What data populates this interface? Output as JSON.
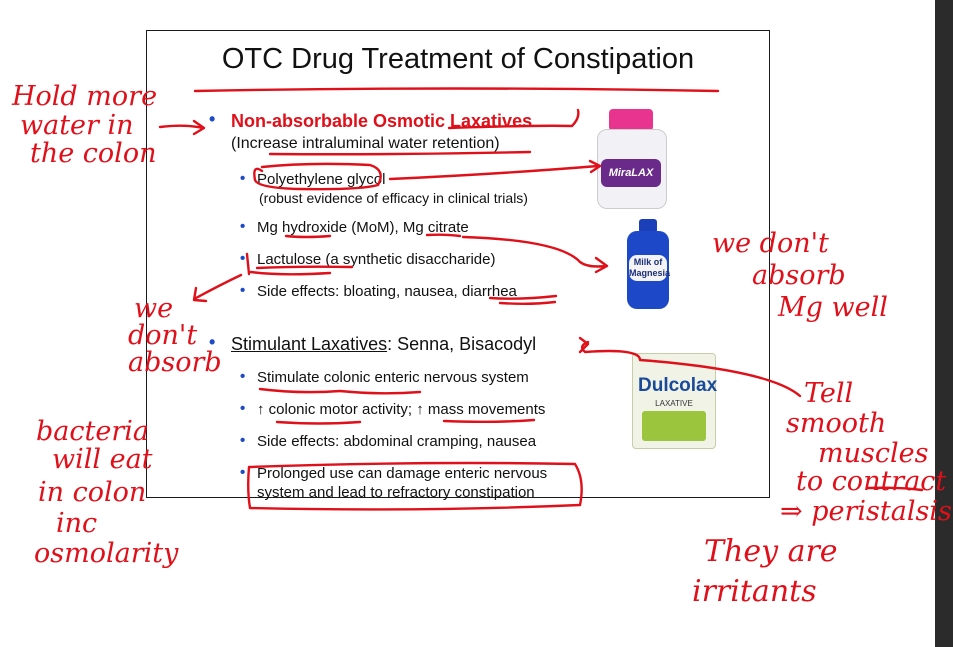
{
  "slide": {
    "title": "OTC Drug Treatment of Constipation",
    "section1": {
      "heading": "Non-absorbable Osmotic Laxatives",
      "subheading": "(Increase intraluminal water retention)",
      "items": [
        "Polyethylene glycol",
        "(robust evidence of efficacy in clinical trials)",
        "Mg hydroxide (MoM), Mg citrate",
        "Lactulose (a synthetic disaccharide)",
        "Side effects: bloating, nausea, diarrhea"
      ]
    },
    "section2": {
      "heading_underlined": "Stimulant Laxatives",
      "heading_rest": ": Senna, Bisacodyl",
      "items": [
        "Stimulate colonic enteric nervous system",
        "↑ colonic motor activity; ↑ mass movements",
        "Side effects: abdominal cramping, nausea",
        "Prolonged use can damage enteric nervous",
        "system and lead to refractory constipation"
      ]
    },
    "products": {
      "miralax_label": "MiraLAX",
      "mom_label_line1": "Milk of",
      "mom_label_line2": "Magnesia",
      "dulcolax_label": "Dulcolax",
      "dulcolax_sub": "LAXATIVE"
    }
  },
  "annotations": {
    "left_top": [
      "Hold more",
      "water in",
      "the colon"
    ],
    "left_mid": [
      "we",
      "don't",
      "absorb"
    ],
    "left_bottom": [
      "bacteria",
      "will eat",
      "in colon",
      "inc",
      "osmolarity"
    ],
    "right_top": [
      "we don't",
      "absorb",
      "Mg well"
    ],
    "right_mid": [
      "Tell",
      "smooth",
      "muscles",
      "to contract",
      "⇒ peristalsis"
    ],
    "right_bottom": [
      "They are",
      "irritants"
    ]
  },
  "colors": {
    "ink": "#e0101a",
    "bullet": "#1e4cc8"
  }
}
